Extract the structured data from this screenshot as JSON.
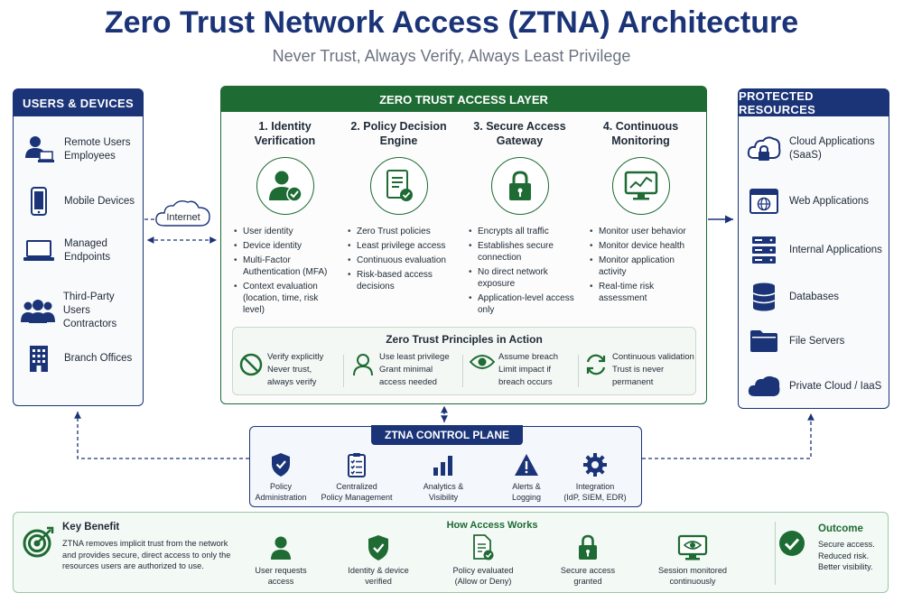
{
  "title": "Zero Trust Network Access (ZTNA) Architecture",
  "subtitle": "Never Trust, Always Verify, Always Least Privilege",
  "users_devices": {
    "header": "USERS & DEVICES",
    "items": [
      {
        "icon": "user-laptop-icon",
        "label_line1": "Remote Users",
        "label_line2": "Employees"
      },
      {
        "icon": "smartphone-icon",
        "label_line1": "Mobile Devices",
        "label_line2": ""
      },
      {
        "icon": "laptop-icon",
        "label_line1": "Managed",
        "label_line2": "Endpoints"
      },
      {
        "icon": "users-group-icon",
        "label_line1": "Third-Party Users",
        "label_line2": "Contractors"
      },
      {
        "icon": "building-icon",
        "label_line1": "Branch Offices",
        "label_line2": ""
      }
    ]
  },
  "internet_label": "Internet",
  "zero_trust_layer": {
    "header": "ZERO TRUST ACCESS LAYER",
    "steps": [
      {
        "title_line1": "1. Identity",
        "title_line2": "Verification",
        "icon": "user-check-icon",
        "bullets": [
          "User identity",
          "Device identity",
          "Multi-Factor Authentication (MFA)",
          "Context evaluation (location, time, risk level)"
        ]
      },
      {
        "title_line1": "2. Policy Decision",
        "title_line2": "Engine",
        "icon": "policy-document-icon",
        "bullets": [
          "Zero Trust policies",
          "Least privilege access",
          "Continuous evaluation",
          "Risk-based access decisions"
        ]
      },
      {
        "title_line1": "3. Secure Access",
        "title_line2": "Gateway",
        "icon": "lock-icon",
        "bullets": [
          "Encrypts all traffic",
          "Establishes secure connection",
          "No direct network exposure",
          "Application-level access only"
        ]
      },
      {
        "title_line1": "4. Continuous",
        "title_line2": "Monitoring",
        "icon": "monitor-chart-icon",
        "bullets": [
          "Monitor user behavior",
          "Monitor device health",
          "Monitor application activity",
          "Real-time risk assessment"
        ]
      }
    ],
    "principles": {
      "title": "Zero Trust Principles in Action",
      "items": [
        {
          "icon": "prohibited-icon",
          "line1": "Verify explicitly",
          "line2": "Never trust,",
          "line3": "always verify"
        },
        {
          "icon": "user-outline-icon",
          "line1": "Use least privilege",
          "line2": "Grant minimal",
          "line3": "access needed"
        },
        {
          "icon": "eye-icon",
          "line1": "Assume breach",
          "line2": "Limit impact if",
          "line3": "breach occurs"
        },
        {
          "icon": "refresh-icon",
          "line1": "Continuous validation",
          "line2": "Trust is never",
          "line3": "permanent"
        }
      ]
    }
  },
  "protected_resources": {
    "header": "PROTECTED RESOURCES",
    "items": [
      {
        "icon": "cloud-lock-icon",
        "label_line1": "Cloud Applications",
        "label_line2": "(SaaS)"
      },
      {
        "icon": "web-app-icon",
        "label_line1": "Web Applications",
        "label_line2": ""
      },
      {
        "icon": "server-rack-icon",
        "label_line1": "Internal Applications",
        "label_line2": ""
      },
      {
        "icon": "database-icon",
        "label_line1": "Databases",
        "label_line2": ""
      },
      {
        "icon": "folder-icon",
        "label_line1": "File Servers",
        "label_line2": ""
      },
      {
        "icon": "cloud-icon",
        "label_line1": "Private Cloud / IaaS",
        "label_line2": ""
      }
    ]
  },
  "control_plane": {
    "header": "ZTNA CONTROL PLANE",
    "items": [
      {
        "icon": "shield-check-icon",
        "line1": "Policy",
        "line2": "Administration"
      },
      {
        "icon": "clipboard-checklist-icon",
        "line1": "Centralized",
        "line2": "Policy Management"
      },
      {
        "icon": "bar-chart-icon",
        "line1": "Analytics &",
        "line2": "Visibility"
      },
      {
        "icon": "alert-icon",
        "line1": "Alerts &",
        "line2": "Logging"
      },
      {
        "icon": "gear-icon",
        "line1": "Integration",
        "line2": "(IdP, SIEM, EDR)"
      }
    ]
  },
  "bottom": {
    "key_benefit_title": "Key Benefit",
    "key_benefit_text": "ZTNA removes implicit trust from the network and provides secure, direct access to only the resources users are authorized to use.",
    "how_access_works_title": "How Access Works",
    "flow": [
      {
        "icon": "user-icon",
        "line1": "User requests",
        "line2": "access"
      },
      {
        "icon": "shield-check-icon",
        "line1": "Identity & device",
        "line2": "verified"
      },
      {
        "icon": "document-check-icon",
        "line1": "Policy evaluated",
        "line2": "(Allow or Deny)"
      },
      {
        "icon": "lock-icon",
        "line1": "Secure access",
        "line2": "granted"
      },
      {
        "icon": "monitor-eye-icon",
        "line1": "Session monitored",
        "line2": "continuously"
      }
    ],
    "outcome_title": "Outcome",
    "outcome_lines": [
      "Secure access.",
      "Reduced risk.",
      "Better visibility."
    ]
  },
  "colors": {
    "navy": "#1b3478",
    "green": "#1e6b34"
  }
}
